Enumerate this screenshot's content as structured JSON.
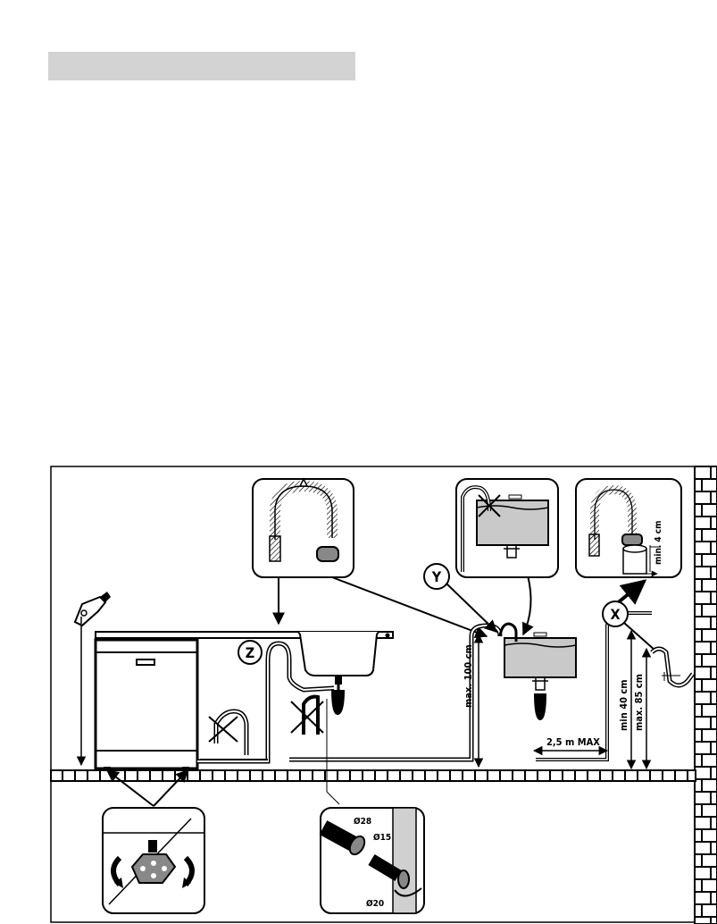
{
  "header": {
    "title": ""
  },
  "diagram": {
    "labels": {
      "circle_y": "Y",
      "circle_x": "X",
      "circle_z": "Z",
      "min_4cm": "min. 4  cm",
      "max_100cm": "max. 100  cm",
      "min_40cm": "min 40  cm",
      "max_85cm": "max. 85  cm",
      "max_2_5m": "2,5 m MAX",
      "d28": "Ø28",
      "d15": "Ø15",
      "d20": "Ø20"
    },
    "icons": [
      "hand-pointer-icon",
      "level-foot-icon",
      "rotate-arrow-icon",
      "hose-clamp-icon",
      "siphon-icon",
      "sink-icon",
      "dishwasher-icon",
      "forbidden-cross-icon"
    ]
  }
}
